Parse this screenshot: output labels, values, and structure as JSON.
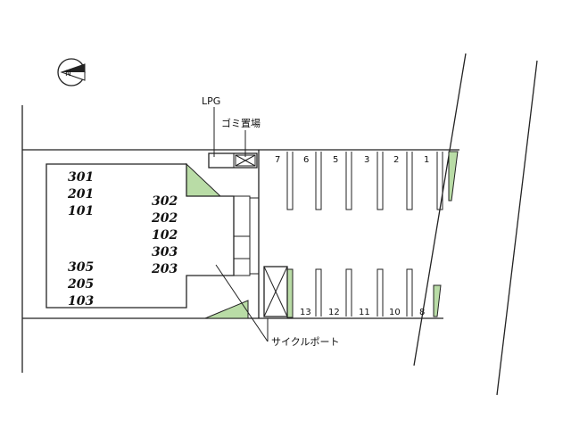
{
  "labels": {
    "lpg": "LPG",
    "garbage": "ゴミ置場",
    "bicycle_port": "サイクルポート"
  },
  "compass": {
    "letter": "N"
  },
  "building": {
    "left_column": [
      "301",
      "201",
      "101"
    ],
    "middle_column": [
      "302",
      "202",
      "102",
      "303",
      "203"
    ],
    "bottom_column": [
      "305",
      "205",
      "103"
    ]
  },
  "parking": {
    "top_row": [
      "7",
      "6",
      "5",
      "3",
      "2",
      "1"
    ],
    "bottom_row": [
      "13",
      "12",
      "11",
      "10",
      "8"
    ]
  }
}
